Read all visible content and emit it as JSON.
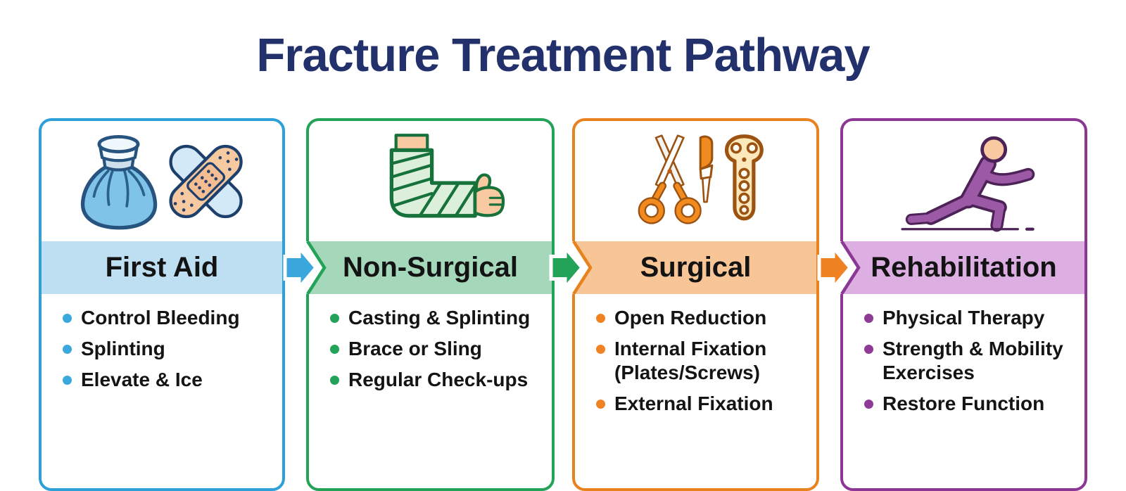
{
  "title": "Fracture Treatment Pathway",
  "colors": {
    "title_navy": "#22306b",
    "stages": [
      {
        "accent": "#2da0d8",
        "band": "#bedff2",
        "bullet": "#3aa7dd",
        "arrow": "#3aa7dd"
      },
      {
        "accent": "#23a358",
        "band": "#a5d7ba",
        "bullet": "#23a358",
        "arrow": "#23a358"
      },
      {
        "accent": "#e8821f",
        "band": "#f8c696",
        "bullet": "#ef8324",
        "arrow": "#ef8324"
      },
      {
        "accent": "#8b3793",
        "band": "#dcaee1",
        "bullet": "#8e3a96"
      }
    ]
  },
  "cards": [
    {
      "label": "First Aid",
      "icon": "ice-pack-and-bandage-icon",
      "items": [
        "Control Bleeding",
        "Splinting",
        "Elevate & Ice"
      ]
    },
    {
      "label": "Non-Surgical",
      "icon": "arm-in-cast-icon",
      "items": [
        "Casting & Splinting",
        "Brace or Sling",
        "Regular Check-ups"
      ]
    },
    {
      "label": "Surgical",
      "icon": "surgical-instruments-and-bone-plate-icon",
      "items": [
        "Open Reduction",
        "Internal Fixation (Plates/Screws)",
        "External Fixation"
      ]
    },
    {
      "label": "Rehabilitation",
      "icon": "person-stretching-icon",
      "items": [
        "Physical Therapy",
        "Strength & Mobility Exercises",
        "Restore Function"
      ]
    }
  ],
  "connectors": [
    {
      "from": "First Aid",
      "to": "Non-Surgical"
    },
    {
      "from": "Non-Surgical",
      "to": "Surgical"
    },
    {
      "from": "Surgical",
      "to": "Rehabilitation"
    }
  ]
}
